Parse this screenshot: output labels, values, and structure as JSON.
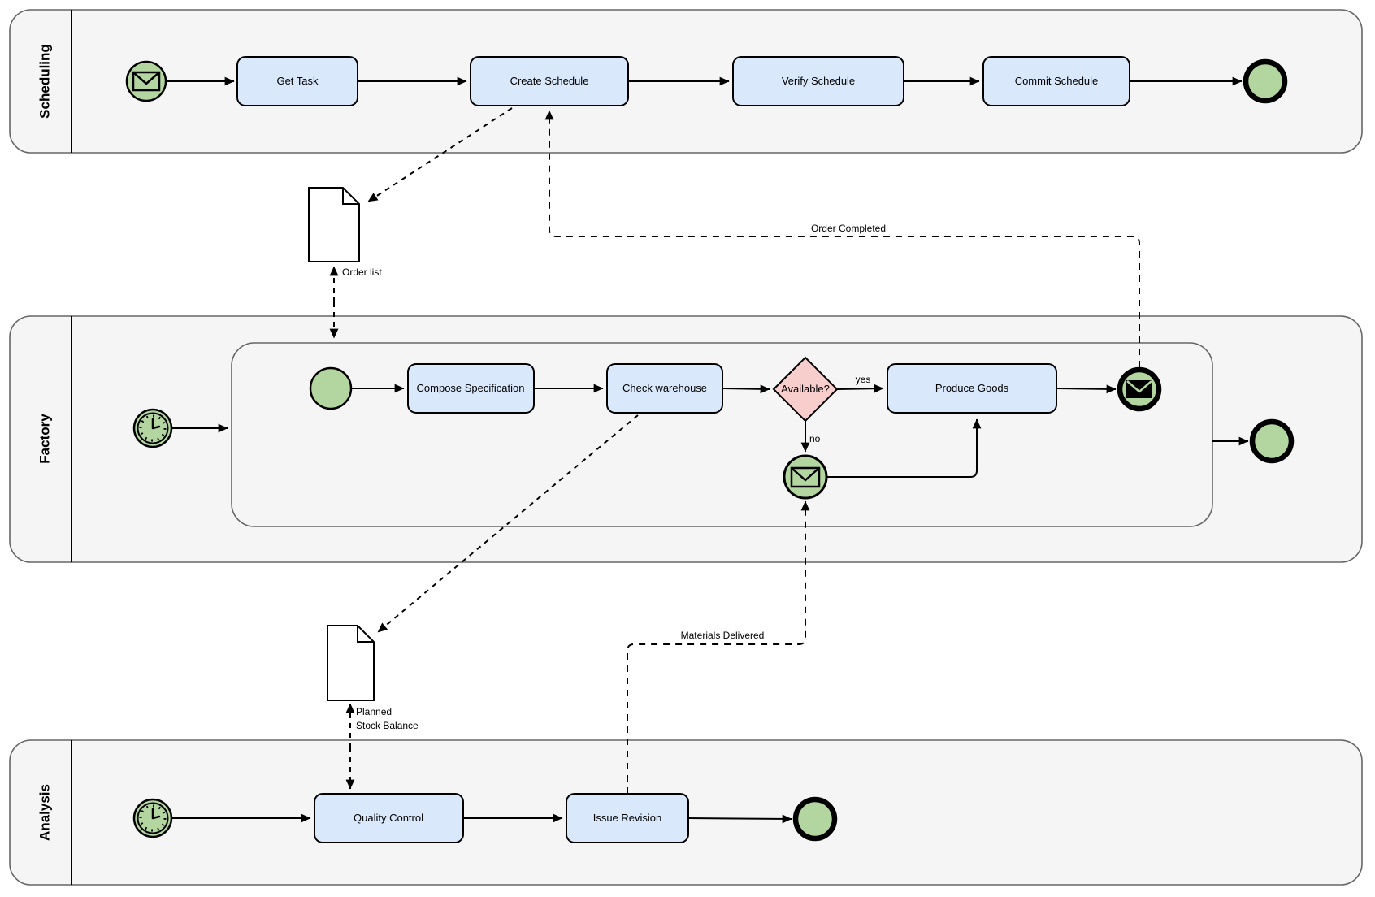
{
  "colors": {
    "background": "#ffffff",
    "lane-fill": "#f5f5f5",
    "lane-border": "#666666",
    "task-fill": "#dae8fc",
    "shape-border": "#000000",
    "gateway-fill": "#f8cecc",
    "event-fill": "#b3d6a0",
    "doc-fill": "#ffffff",
    "flow": "#000000"
  },
  "lanes": {
    "scheduling": "Scheduling",
    "factory": "Factory",
    "analysis": "Analysis"
  },
  "scheduling": {
    "get_task": "Get Task",
    "create_schedule": "Create Schedule",
    "verify_schedule": "Verify Schedule",
    "commit_schedule": "Commit Schedule"
  },
  "factory": {
    "compose_specification": "Compose Specification",
    "check_warehouse": "Check warehouse",
    "available_gateway": "Available?",
    "yes_label": "yes",
    "no_label": "no",
    "produce_goods": "Produce Goods"
  },
  "analysis": {
    "quality_control": "Quality Control",
    "issue_revision": "Issue Revision"
  },
  "data_objects": {
    "order_list": "Order list",
    "planned_stock_line1": "Planned",
    "planned_stock_line2": "Stock Balance"
  },
  "message_flows": {
    "order_completed": "Order Completed",
    "materials_delivered": "Materials Delivered"
  },
  "icons": {
    "message_start": "envelope-icon",
    "timer_start": "clock-icon",
    "message_end": "filled-envelope-icon",
    "message_catch": "envelope-icon",
    "document": "document-icon"
  }
}
